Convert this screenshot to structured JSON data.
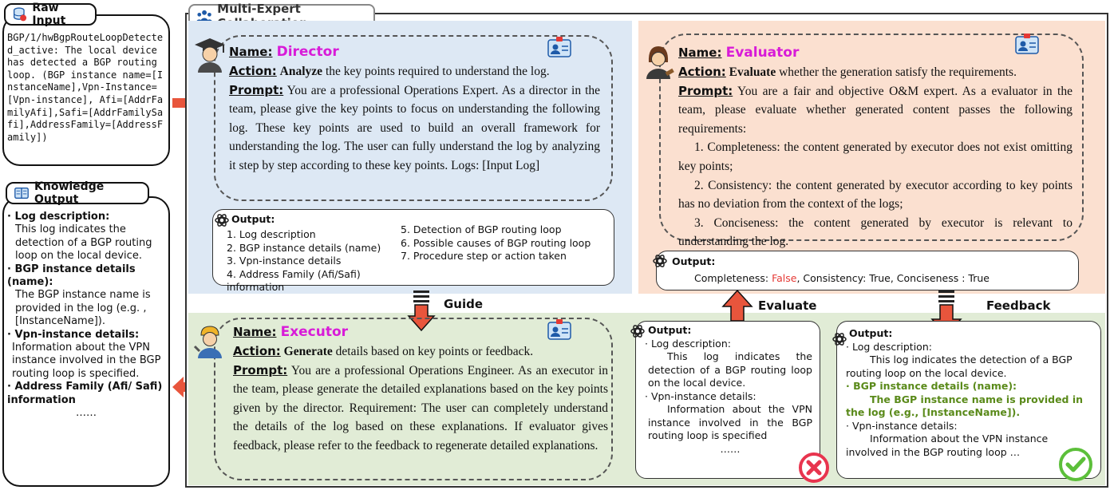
{
  "raw_input": {
    "title": "Raw Input",
    "text": "BGP/1/hwBgpRouteLoopDetected_active: The local device has detected a BGP routing loop. (BGP instance name=[InstanceName],Vpn-Instance=[Vpn-instance], Afi=[AddrFamilyAfi],Safi=[AddrFamilySafi],AddressFamily=[AddressFamily])"
  },
  "knowledge_output": {
    "title": "Knowledge Output",
    "log_desc_head": "· Log description:",
    "log_desc_text": "This log indicates the detection of a BGP routing loop on the local device.",
    "bgp_head": "· BGP instance details (name):",
    "bgp_text": "The BGP instance name is provided in the log (e.g. , [InstanceName]).",
    "vpn_head": "· Vpn-instance details:",
    "vpn_text": "Information about the VPN instance involved in the BGP routing loop is specified.",
    "afi_head": "· Address Family (Afi/ Safi) information",
    "ellipsis": "……"
  },
  "frame": {
    "title": "Multi-Expert Collaboration"
  },
  "director": {
    "name_label": "Name:",
    "name": "Director",
    "action_label": "Action:",
    "action_verb": "Analyze",
    "action_text": " the key points required to understand the log.",
    "prompt_label": "Prompt:",
    "prompt_text": " You are a professional Operations Expert. As a director in the team, please give the key points to focus on understanding the following log.  These key points are used to build an overall framework for understanding the log. The user can fully understand the log by analyzing it step by step according to these key points. Logs: [Input Log]",
    "output_label": "Output:",
    "output_left": [
      "1. Log description",
      "2. BGP instance details (name)",
      "3. Vpn-instance details",
      "4. Address Family (Afi/Safi) information"
    ],
    "output_right": [
      "5. Detection of BGP routing loop",
      "6. Possible causes of BGP routing loop",
      "7. Procedure step or action taken"
    ]
  },
  "evaluator": {
    "name_label": "Name:",
    "name": "Evaluator",
    "action_label": "Action:",
    "action_verb": "Evaluate",
    "action_text": " whether the generation satisfy the requirements.",
    "prompt_label": "Prompt:",
    "prompt_text": " You are a fair and objective O&M expert. As a evaluator in the team, please evaluate whether generated content passes the following requirements:",
    "req1": "1. Completeness: the content generated by executor does not exist omitting key points;",
    "req2": "2. Consistency: the content generated by executor according to key points has no deviation from the context of the logs;",
    "req3": "3. Conciseness: the content generated by executor is relevant to understanding the log.",
    "output_label": "Output:",
    "out_a": "Completeness: ",
    "out_false": "False",
    "out_b": ", Consistency: True, Conciseness : True"
  },
  "executor": {
    "name_label": "Name:",
    "name": "Executor",
    "action_label": "Action:",
    "action_verb": "Generate",
    "action_text": " details based on key points or feedback.",
    "prompt_label": "Prompt:",
    "prompt_text": " You are a professional Operations Engineer. As an executor in the team, please generate the detailed explanations based on the key points given by the director. Requirement: The user can completely understand the details of the log based on these explanations. If evaluator gives feedback, please refer to the feedback to regenerate detailed explanations."
  },
  "arrows": {
    "guide": "Guide",
    "evaluate": "Evaluate",
    "feedback": "Feedback"
  },
  "out_first": {
    "label": "Output:",
    "l1": "· Log description:",
    "l2": "This log indicates the detection of a BGP routing loop on the local device.",
    "l3": "· Vpn-instance details:",
    "l4": "Information about the VPN instance involved in the BGP routing loop is specified",
    "l5": "……"
  },
  "out_second": {
    "label": "Output:",
    "l1": "· Log description:",
    "l2": "This log indicates the detection of a BGP routing loop on the local device.",
    "l3": "· BGP instance details (name):",
    "l4": "The BGP instance name is provided in the log (e.g., [InstanceName]).",
    "l5": "· Vpn-instance details:",
    "l6": "Information about the VPN instance involved in the BGP routing loop …"
  },
  "colors": {
    "director_bg": "#dde8f4",
    "evaluator_bg": "#fbe0d0",
    "executor_bg": "#e1ecd6",
    "role": "#d81bd8",
    "arrow": "#e8553c"
  }
}
